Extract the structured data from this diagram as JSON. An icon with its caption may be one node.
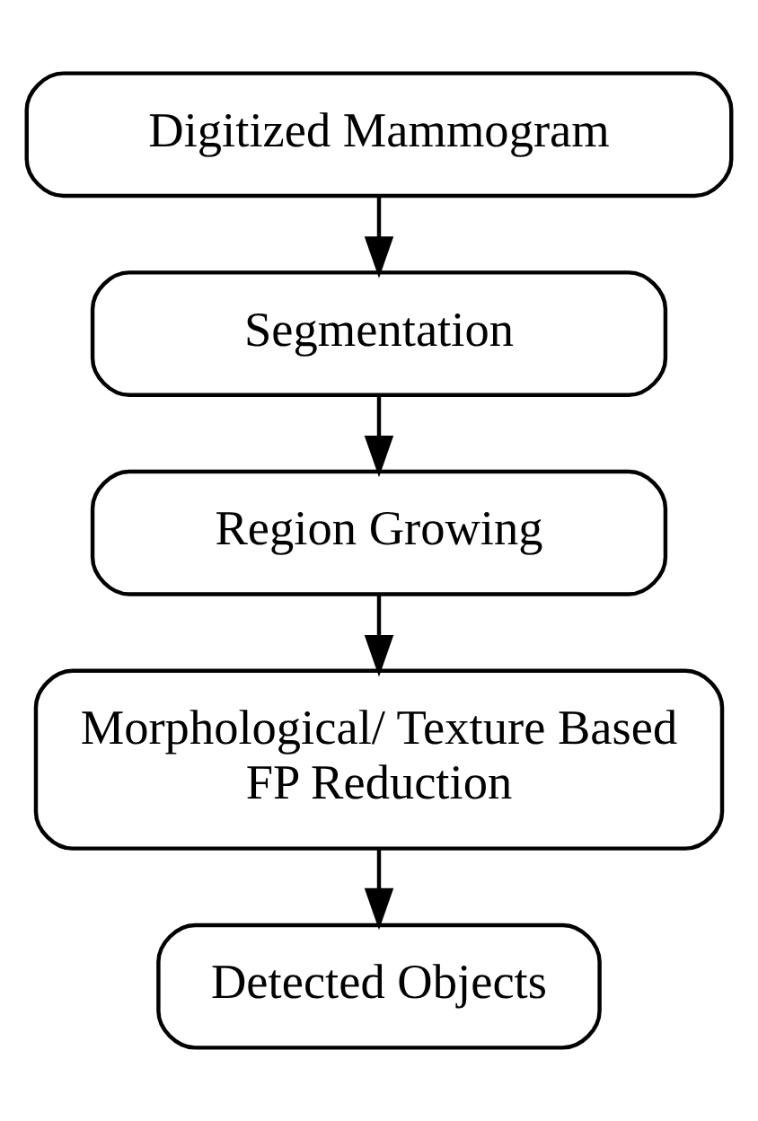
{
  "diagram": {
    "nodes": [
      {
        "text": [
          "Digitized Mammogram"
        ]
      },
      {
        "text": [
          "Segmentation"
        ]
      },
      {
        "text": [
          "Region Growing"
        ]
      },
      {
        "text": [
          "Morphological/ Texture Based FP Reduction"
        ]
      },
      {
        "text": [
          "Detected Objects"
        ]
      }
    ],
    "edges": [
      {
        "from": 0,
        "to": 1,
        "arrow": "to"
      },
      {
        "from": 1,
        "to": 2,
        "arrow": "to"
      },
      {
        "from": 2,
        "to": 3,
        "arrow": "to"
      },
      {
        "from": 3,
        "to": 4,
        "arrow": "to"
      }
    ]
  }
}
